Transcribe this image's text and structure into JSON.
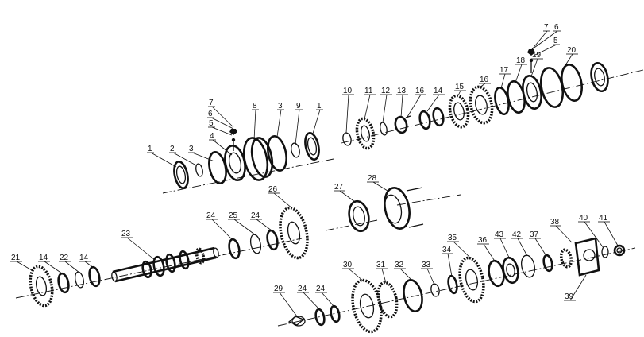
{
  "callouts": [
    "1",
    "2",
    "3",
    "4",
    "5",
    "6",
    "7",
    "8",
    "3",
    "9",
    "1",
    "10",
    "11",
    "12",
    "13",
    "16",
    "14",
    "15",
    "16",
    "17",
    "18",
    "19",
    "7",
    "6",
    "5",
    "20",
    "21",
    "14",
    "22",
    "14",
    "23",
    "24",
    "25",
    "24",
    "26",
    "27",
    "28",
    "29",
    "24",
    "24",
    "30",
    "31",
    "32",
    "33",
    "34",
    "35",
    "36",
    "43",
    "42",
    "37",
    "38",
    "40",
    "41",
    "39"
  ]
}
